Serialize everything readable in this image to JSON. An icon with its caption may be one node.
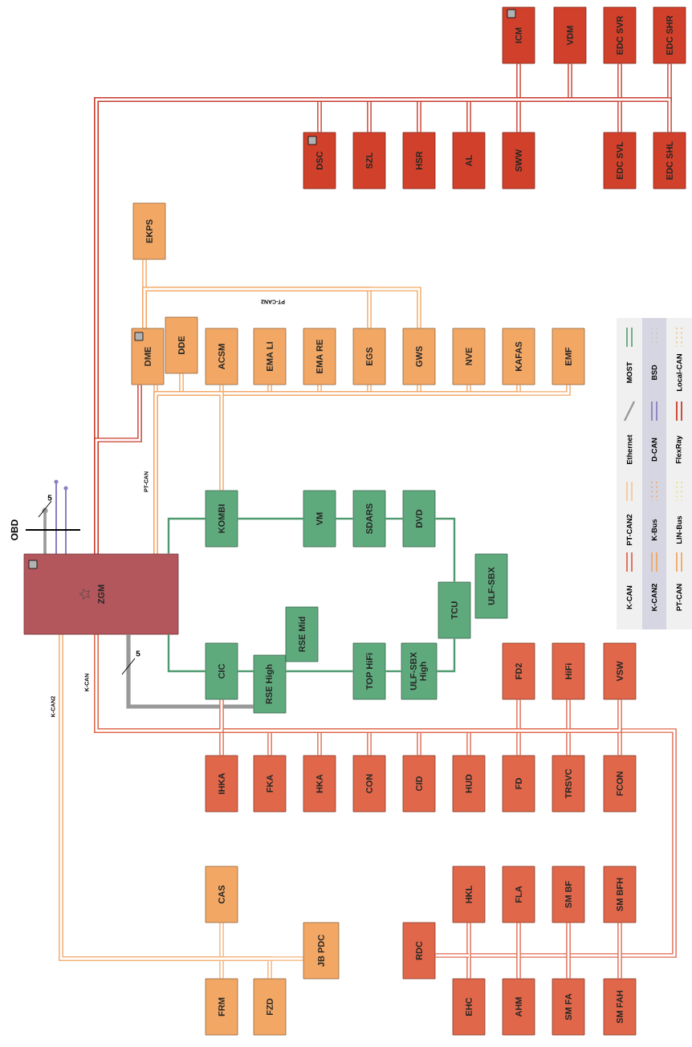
{
  "diagram": {
    "nodes": [
      {
        "text": [
          "ICM"
        ]
      },
      {
        "text": [
          "VDM"
        ]
      },
      {
        "text": [
          "EDC SVR"
        ]
      },
      {
        "text": [
          "EDC SHR"
        ]
      },
      {
        "text": [
          "DSC"
        ]
      },
      {
        "text": [
          "SZL"
        ]
      },
      {
        "text": [
          "HSR"
        ]
      },
      {
        "text": [
          "AL"
        ]
      },
      {
        "text": [
          "SWW"
        ]
      },
      {
        "text": [
          "EDC SVL"
        ]
      },
      {
        "text": [
          "EDC SHL"
        ]
      },
      {
        "text": [
          "EKPS"
        ]
      },
      {
        "text": [
          "DME"
        ]
      },
      {
        "text": [
          "DDE"
        ]
      },
      {
        "text": [
          "ACSM"
        ]
      },
      {
        "text": [
          "EMA LI"
        ]
      },
      {
        "text": [
          "EMA RE"
        ]
      },
      {
        "text": [
          "EGS"
        ]
      },
      {
        "text": [
          "GWS"
        ]
      },
      {
        "text": [
          "NVE"
        ]
      },
      {
        "text": [
          "KAFAS"
        ]
      },
      {
        "text": [
          "EMF"
        ]
      },
      {
        "text": [
          "ZGM"
        ]
      },
      {
        "text": [
          "KOMBI"
        ]
      },
      {
        "text": [
          "VM"
        ]
      },
      {
        "text": [
          "SDARS"
        ]
      },
      {
        "text": [
          "DVD"
        ]
      },
      {
        "text": [
          "TCU"
        ]
      },
      {
        "text": [
          "ULF-SBX"
        ]
      },
      {
        "text": [
          "CIC"
        ]
      },
      {
        "text": [
          "RSE High"
        ]
      },
      {
        "text": [
          "RSE Mid"
        ]
      },
      {
        "text": [
          "TOP HiFi"
        ]
      },
      {
        "text": [
          "ULF-SBX High"
        ]
      },
      {
        "text": [
          "FD2"
        ]
      },
      {
        "text": [
          "HiFi"
        ]
      },
      {
        "text": [
          "VSW"
        ]
      },
      {
        "text": [
          "IHKA"
        ]
      },
      {
        "text": [
          "FKA"
        ]
      },
      {
        "text": [
          "HKA"
        ]
      },
      {
        "text": [
          "CON"
        ]
      },
      {
        "text": [
          "CID"
        ]
      },
      {
        "text": [
          "HUD"
        ]
      },
      {
        "text": [
          "FD"
        ]
      },
      {
        "text": [
          "TRSVC"
        ]
      },
      {
        "text": [
          "FCON"
        ]
      },
      {
        "text": [
          "CAS"
        ]
      },
      {
        "text": [
          "HKL"
        ]
      },
      {
        "text": [
          "FLA"
        ]
      },
      {
        "text": [
          "SM BF"
        ]
      },
      {
        "text": [
          "SM BFH"
        ]
      },
      {
        "text": [
          "RDC"
        ]
      },
      {
        "text": [
          "JB PDC"
        ]
      },
      {
        "text": [
          "FRM"
        ]
      },
      {
        "text": [
          "FZD"
        ]
      },
      {
        "text": [
          "EHC"
        ]
      },
      {
        "text": [
          "AHM"
        ]
      },
      {
        "text": [
          "SM FA"
        ]
      },
      {
        "text": [
          "SM FAH"
        ]
      }
    ],
    "edges": [
      {
        "from": 22,
        "to": 0,
        "arrow": "none",
        "color": "#c9392a"
      },
      {
        "from": 22,
        "to": 1,
        "arrow": "none",
        "color": "#c9392a"
      },
      {
        "from": 22,
        "to": 2,
        "arrow": "none",
        "color": "#c9392a"
      },
      {
        "from": 22,
        "to": 3,
        "arrow": "none",
        "color": "#c9392a"
      },
      {
        "from": 22,
        "to": 4,
        "arrow": "none",
        "color": "#c9392a"
      },
      {
        "from": 22,
        "to": 5,
        "arrow": "none",
        "color": "#c9392a"
      },
      {
        "from": 22,
        "to": 6,
        "arrow": "none",
        "color": "#c9392a"
      },
      {
        "from": 22,
        "to": 7,
        "arrow": "none",
        "color": "#c9392a"
      },
      {
        "from": 22,
        "to": 8,
        "arrow": "none",
        "color": "#c9392a"
      },
      {
        "from": 22,
        "to": 9,
        "arrow": "none",
        "color": "#c9392a"
      },
      {
        "from": 22,
        "to": 10,
        "arrow": "none",
        "color": "#c9392a"
      },
      {
        "from": 22,
        "to": 12,
        "arrow": "none",
        "color": "#c9392a"
      },
      {
        "from": 22,
        "to": 12,
        "arrow": "none",
        "color": "#f2a765"
      },
      {
        "from": 22,
        "to": 13,
        "arrow": "none",
        "color": "#f2a765"
      },
      {
        "from": 22,
        "to": 14,
        "arrow": "none",
        "color": "#f2a765"
      },
      {
        "from": 22,
        "to": 15,
        "arrow": "none",
        "color": "#f2a765"
      },
      {
        "from": 22,
        "to": 16,
        "arrow": "none",
        "color": "#f2a765"
      },
      {
        "from": 22,
        "to": 17,
        "arrow": "none",
        "color": "#f2a765"
      },
      {
        "from": 22,
        "to": 18,
        "arrow": "none",
        "color": "#f2a765"
      },
      {
        "from": 22,
        "to": 19,
        "arrow": "none",
        "color": "#f2a765"
      },
      {
        "from": 22,
        "to": 20,
        "arrow": "none",
        "color": "#f2a765"
      },
      {
        "from": 22,
        "to": 21,
        "arrow": "none",
        "color": "#f2a765"
      },
      {
        "from": 22,
        "to": 23,
        "arrow": "none",
        "color": "#f2a765"
      },
      {
        "from": 12,
        "to": 11,
        "arrow": "none",
        "color": "#f2a765"
      },
      {
        "from": 12,
        "to": 17,
        "arrow": "none",
        "color": "#f2a765"
      },
      {
        "from": 12,
        "to": 18,
        "arrow": "none",
        "color": "#f2a765"
      },
      {
        "from": 22,
        "to": 23,
        "arrow": "none",
        "color": "#4e9a6e"
      },
      {
        "from": 23,
        "to": 24,
        "arrow": "none",
        "color": "#4e9a6e"
      },
      {
        "from": 24,
        "to": 25,
        "arrow": "none",
        "color": "#4e9a6e"
      },
      {
        "from": 25,
        "to": 26,
        "arrow": "none",
        "color": "#4e9a6e"
      },
      {
        "from": 26,
        "to": 27,
        "arrow": "none",
        "color": "#4e9a6e"
      },
      {
        "from": 27,
        "to": 33,
        "arrow": "none",
        "color": "#4e9a6e"
      },
      {
        "from": 33,
        "to": 32,
        "arrow": "none",
        "color": "#4e9a6e"
      },
      {
        "from": 32,
        "to": 30,
        "arrow": "none",
        "color": "#4e9a6e"
      },
      {
        "from": 30,
        "to": 29,
        "arrow": "none",
        "color": "#4e9a6e"
      },
      {
        "from": 29,
        "to": 22,
        "arrow": "none",
        "color": "#4e9a6e"
      },
      {
        "from": 22,
        "to": 30,
        "arrow": "none",
        "color": "#999999"
      },
      {
        "from": 22,
        "to": 37,
        "arrow": "none"
      },
      {
        "from": 22,
        "to": 38,
        "arrow": "none"
      },
      {
        "from": 22,
        "to": 39,
        "arrow": "none"
      },
      {
        "from": 22,
        "to": 40,
        "arrow": "none"
      },
      {
        "from": 22,
        "to": 41,
        "arrow": "none"
      },
      {
        "from": 22,
        "to": 42,
        "arrow": "none"
      },
      {
        "from": 22,
        "to": 43,
        "arrow": "none"
      },
      {
        "from": 22,
        "to": 44,
        "arrow": "none"
      },
      {
        "from": 22,
        "to": 45,
        "arrow": "none"
      },
      {
        "from": 22,
        "to": 34,
        "arrow": "none"
      },
      {
        "from": 22,
        "to": 35,
        "arrow": "none"
      },
      {
        "from": 22,
        "to": 36,
        "arrow": "none"
      },
      {
        "from": 22,
        "to": 29,
        "arrow": "none"
      },
      {
        "from": 22,
        "to": 47,
        "arrow": "none"
      },
      {
        "from": 22,
        "to": 48,
        "arrow": "none"
      },
      {
        "from": 22,
        "to": 49,
        "arrow": "none"
      },
      {
        "from": 22,
        "to": 50,
        "arrow": "none"
      },
      {
        "from": 22,
        "to": 55,
        "arrow": "none"
      },
      {
        "from": 22,
        "to": 56,
        "arrow": "none"
      },
      {
        "from": 22,
        "to": 57,
        "arrow": "none"
      },
      {
        "from": 22,
        "to": 58,
        "arrow": "none"
      },
      {
        "from": 22,
        "to": 51,
        "arrow": "none"
      },
      {
        "from": 22,
        "to": 46,
        "arrow": "none",
        "color": "#f4b27a"
      },
      {
        "from": 22,
        "to": 53,
        "arrow": "none",
        "color": "#f4b27a"
      },
      {
        "from": 22,
        "to": 54,
        "arrow": "none",
        "color": "#f4b27a"
      },
      {
        "from": 22,
        "to": 52,
        "arrow": "none",
        "color": "#f4b27a"
      }
    ],
    "labels": [
      "PT-CAN2",
      "PT-CAN",
      "5",
      "OBD",
      "5",
      "K-CAN",
      "K-CAN2"
    ],
    "legend": [
      {
        "text": "K-CAN"
      },
      {
        "text": "PT-CAN2"
      },
      {
        "text": "Ethernet"
      },
      {
        "text": "MOST"
      },
      {
        "text": "K-CAN2"
      },
      {
        "text": "K-Bus"
      },
      {
        "text": "D-CAN"
      },
      {
        "text": "BSD"
      },
      {
        "text": "PT-CAN"
      },
      {
        "text": "LIN-Bus"
      },
      {
        "text": "FlexRay"
      },
      {
        "text": "Local-CAN"
      }
    ]
  }
}
